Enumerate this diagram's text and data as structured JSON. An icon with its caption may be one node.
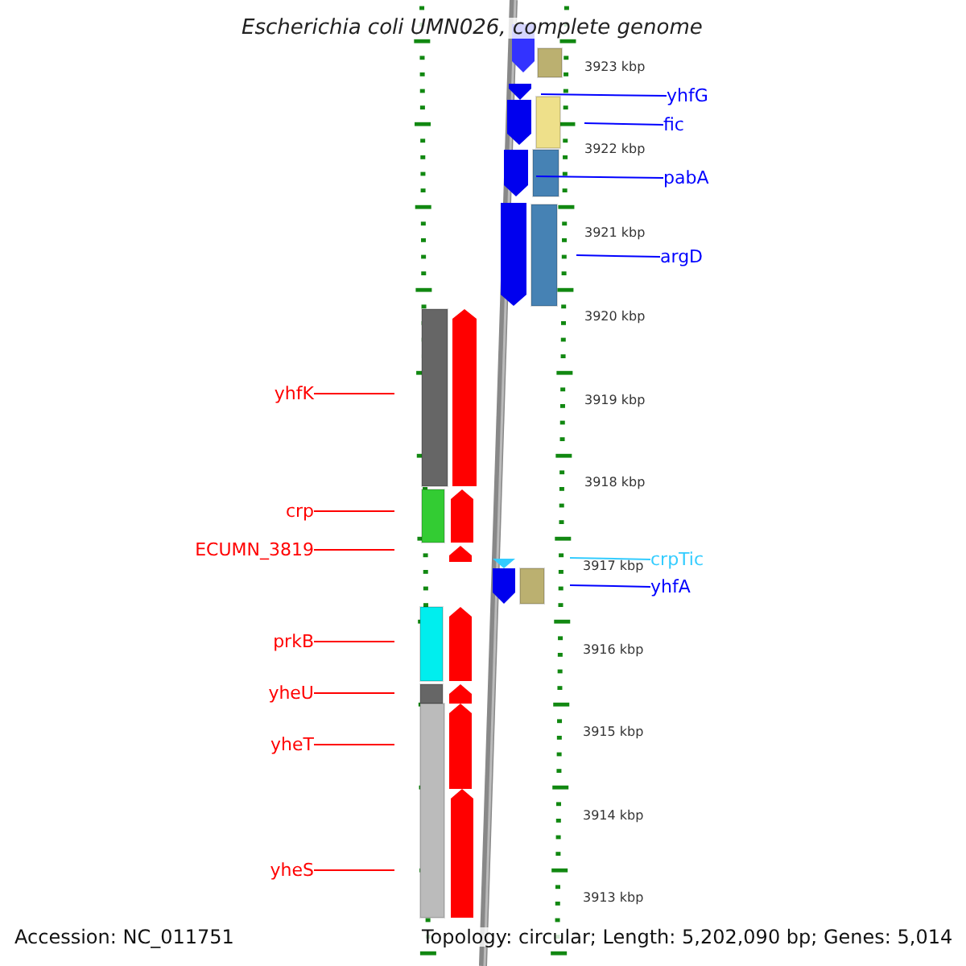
{
  "diagram": {
    "title": "Escherichia coli UMN026, complete genome",
    "nodes": [
      {
        "text": [
          "yhfG"
        ]
      },
      {
        "text": [
          "fic"
        ]
      },
      {
        "text": [
          "pabA"
        ]
      },
      {
        "text": [
          "argD"
        ]
      },
      {
        "text": [
          "yhfK"
        ]
      },
      {
        "text": [
          "crp"
        ]
      },
      {
        "text": [
          "ECUMN_3819"
        ]
      },
      {
        "text": [
          "crpTic"
        ]
      },
      {
        "text": [
          "yhfA"
        ]
      },
      {
        "text": [
          "prkB"
        ]
      },
      {
        "text": [
          "yheU"
        ]
      },
      {
        "text": [
          "yheT"
        ]
      },
      {
        "text": [
          "yheS"
        ]
      }
    ],
    "edges": [
      {
        "from": 0,
        "to": null,
        "arrow": "none",
        "color": "#0000ff"
      },
      {
        "from": 1,
        "to": null,
        "arrow": "none",
        "color": "#0000ff"
      },
      {
        "from": 2,
        "to": null,
        "arrow": "none",
        "color": "#0000ff"
      },
      {
        "from": 3,
        "to": null,
        "arrow": "none",
        "color": "#0000ff"
      },
      {
        "from": 4,
        "to": null,
        "arrow": "none"
      },
      {
        "from": 5,
        "to": null,
        "arrow": "none"
      },
      {
        "from": 6,
        "to": null,
        "arrow": "none"
      },
      {
        "from": 7,
        "to": null,
        "arrow": "none",
        "color": "#33ccff"
      },
      {
        "from": 8,
        "to": null,
        "arrow": "none",
        "color": "#0000ff"
      },
      {
        "from": 9,
        "to": null,
        "arrow": "none"
      },
      {
        "from": 10,
        "to": null,
        "arrow": "none"
      },
      {
        "from": 11,
        "to": null,
        "arrow": "none"
      },
      {
        "from": 12,
        "to": null,
        "arrow": "none"
      }
    ],
    "labels": [
      "3923 kbp",
      "3922 kbp",
      "3921 kbp",
      "3920 kbp",
      "3919 kbp",
      "3918 kbp",
      "3917 kbp",
      "3916 kbp",
      "3915 kbp",
      "3914 kbp",
      "3913 kbp",
      "Accession: NC_011751",
      "Topology: circular; Length: 5,202,090 bp; Genes: 5,014"
    ]
  }
}
